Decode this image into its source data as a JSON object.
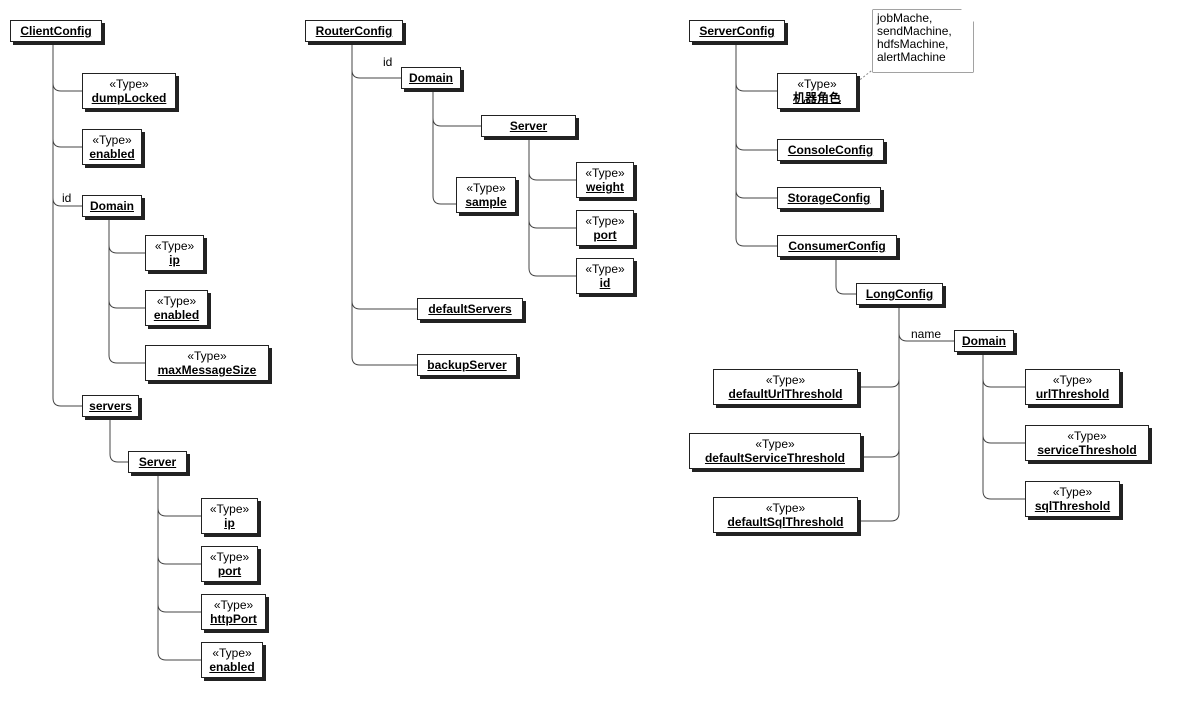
{
  "client": {
    "root": "ClientConfig",
    "dump_locked": {
      "stereo": "«Type»",
      "name": "dumpLocked"
    },
    "enabled": {
      "stereo": "«Type»",
      "name": "enabled"
    },
    "domain_edge_label": "id",
    "domain": "Domain",
    "domain_ip": {
      "stereo": "«Type»",
      "name": "ip"
    },
    "domain_enabled": {
      "stereo": "«Type»",
      "name": "enabled"
    },
    "domain_max_message_size": {
      "stereo": "«Type»",
      "name": "maxMessageSize"
    },
    "servers": "servers",
    "server": "Server",
    "server_ip": {
      "stereo": "«Type»",
      "name": "ip"
    },
    "server_port": {
      "stereo": "«Type»",
      "name": "port"
    },
    "server_http_port": {
      "stereo": "«Type»",
      "name": "httpPort"
    },
    "server_enabled": {
      "stereo": "«Type»",
      "name": "enabled"
    }
  },
  "router": {
    "root": "RouterConfig",
    "domain_edge_label": "id",
    "domain": "Domain",
    "server": "Server",
    "sample": {
      "stereo": "«Type»",
      "name": "sample"
    },
    "server_weight": {
      "stereo": "«Type»",
      "name": "weight"
    },
    "server_port": {
      "stereo": "«Type»",
      "name": "port"
    },
    "server_id": {
      "stereo": "«Type»",
      "name": "id"
    },
    "default_servers": "defaultServers",
    "backup_server": "backupServer"
  },
  "server": {
    "root": "ServerConfig",
    "role": {
      "stereo": "«Type»",
      "name": "机器角色"
    },
    "note": "jobMache,\nsendMachine,\nhdfsMachine,\nalertMachine",
    "console": "ConsoleConfig",
    "storage": "StorageConfig",
    "consumer": "ConsumerConfig",
    "long": "LongConfig",
    "domain_edge_label": "name",
    "domain": "Domain",
    "default_url": {
      "stereo": "«Type»",
      "name": "defaultUrlThreshold"
    },
    "default_service": {
      "stereo": "«Type»",
      "name": "defaultServiceThreshold"
    },
    "default_sql": {
      "stereo": "«Type»",
      "name": "defaultSqlThreshold"
    },
    "url": {
      "stereo": "«Type»",
      "name": "urlThreshold"
    },
    "service": {
      "stereo": "«Type»",
      "name": "serviceThreshold"
    },
    "sql": {
      "stereo": "«Type»",
      "name": "sqlThreshold"
    }
  }
}
